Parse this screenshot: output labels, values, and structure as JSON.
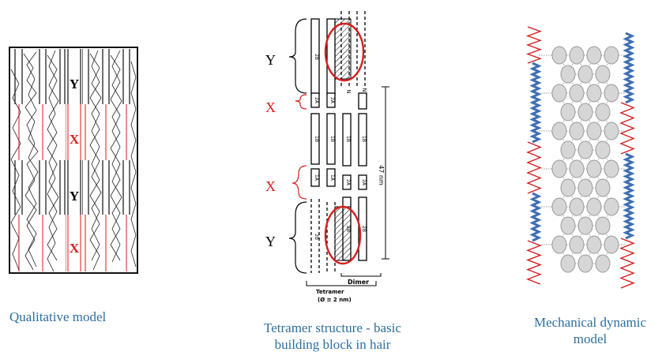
{
  "captions": {
    "qualitative": "Qualitative model",
    "tetramer_line1": "Tetramer structure - basic",
    "tetramer_line2": "building block in hair",
    "mechanical_line1": "Mechanical dynamic",
    "mechanical_line2": "model"
  },
  "qualitative_panel": {
    "labels": [
      "Y",
      "X",
      "Y",
      "X"
    ],
    "colors": {
      "Y": "#000000",
      "X": "#d42020"
    }
  },
  "tetramer_panel": {
    "side_labels": [
      "Y",
      "X",
      "X",
      "Y"
    ],
    "segment_labels": {
      "seg_2B": "2B",
      "seg_2A": "2A",
      "seg_1B": "1B",
      "seg_1A": "1A",
      "seg_N": "N"
    },
    "length_label": "47 nm",
    "dimer_label": "Dimer",
    "tetramer_label_line1": "Tetramer",
    "tetramer_label_line2": "(Ø ≅ 2 nm)"
  },
  "colors": {
    "caption": "#2e6f9c",
    "accent_red": "#d42020",
    "spring_blue": "#3f6fb5",
    "node_grey": "#d6d6d6"
  }
}
